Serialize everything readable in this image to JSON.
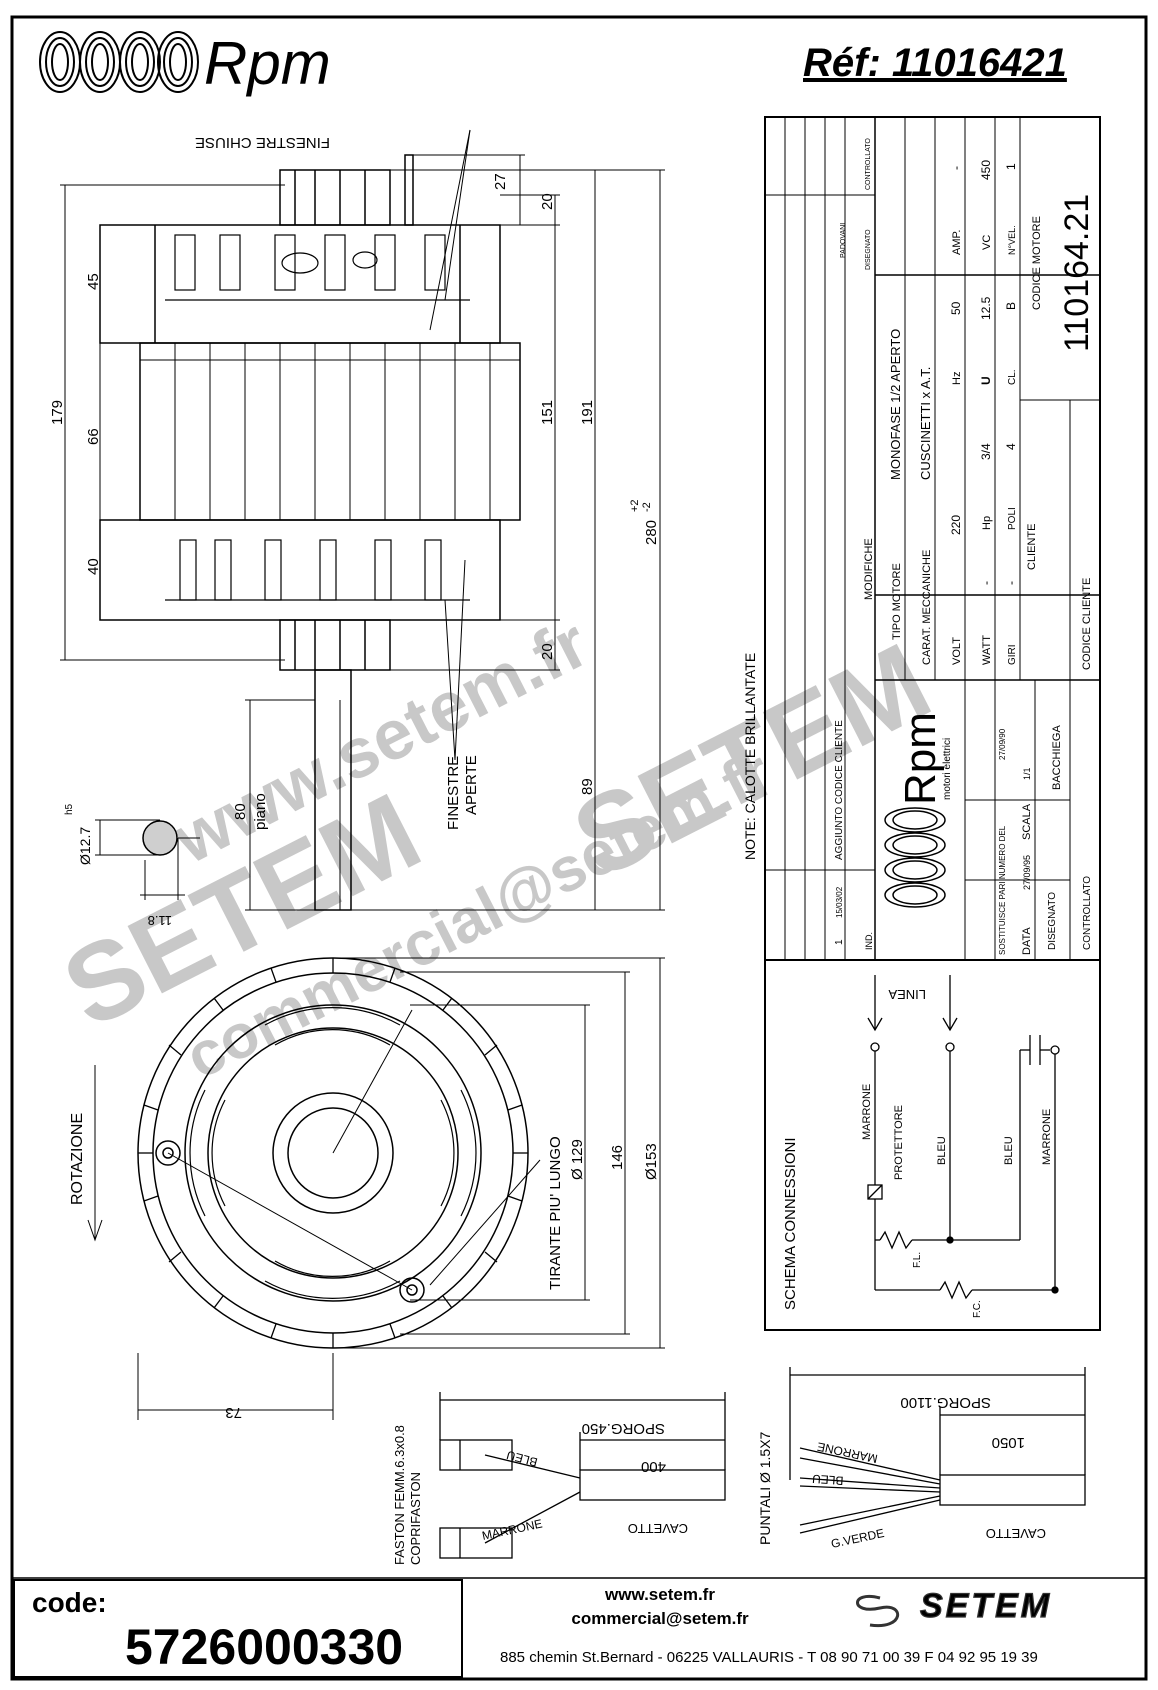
{
  "header": {
    "brand": "Rpm",
    "reference": "Réf:  11016421"
  },
  "top_view": {
    "label_finestre_chiuse": "FINESTRE CHIUSE",
    "label_finestre_aperte_1": "FINESTRE",
    "label_finestre_aperte_2": "APERTE",
    "label_piano": "piano",
    "dim_27": "27",
    "dim_20_top": "20",
    "dim_45": "45",
    "dim_66": "66",
    "dim_40": "40",
    "dim_179": "179",
    "dim_151": "151",
    "dim_191": "191",
    "dim_280": "280",
    "dim_280_tol_plus": "+2",
    "dim_280_tol_minus": "-2",
    "dim_20_bottom": "20",
    "dim_89": "89",
    "dim_80": "80"
  },
  "shaft": {
    "dia": "Ø12.7",
    "tol": "h5",
    "flat": "11.8"
  },
  "front_view": {
    "label_rotazione": "ROTAZIONE",
    "label_tirante": "TIRANTE PIU' LUNGO",
    "dim_129": "Ø 129",
    "dim_146": "146",
    "dim_153": "Ø153",
    "dim_73": "73"
  },
  "title_block": {
    "mod_header_ind": "IND.",
    "mod_header_modifiche": "MODIFICHE",
    "mod_row1_ind": "1",
    "mod_row1_date": "15/03/02",
    "mod_row1_text": "AGGIUNTO CODICE CLIENTE",
    "col_padovani": "PADOVANI",
    "col_disegnato": "DISEGNATO",
    "col_controllato": "CONTROLLATO",
    "note": "NOTE:  CALOTTE BRILLANTATE",
    "tipo_motore_label": "TIPO MOTORE",
    "tipo_motore_value": "MONOFASE 1/2 APERTO",
    "carat_label": "CARAT. MECCANICHE",
    "carat_value": "CUSCINETTI x A.T.",
    "volt_label": "VOLT",
    "volt_value": "220",
    "hz_label": "Hz",
    "hz_value": "50",
    "amp_label": "AMP.",
    "amp_value": "-",
    "watt_label": "WATT",
    "watt_value": "-",
    "hp_label": "Hp",
    "hp_value": "3/4",
    "rpm_sym": "U",
    "rpm_value": "12.5",
    "vc_label": "VC",
    "vc_value": "450",
    "giri_label": "GIRI",
    "giri_value": "-",
    "poli_label": "POLI",
    "poli_value": "4",
    "cl_label": "CL.",
    "cl_value": "B",
    "nvel_label": "N°VEL.",
    "nvel_value": "1",
    "codice_motore_label": "CODICE MOTORE",
    "codice_motore_value": "110164.21",
    "cliente_label": "CLIENTE",
    "codice_cliente_label": "CODICE CLIENTE",
    "logo_text": "Rpm",
    "logo_sub": "motori elettrici",
    "sostituisce_label": "SOSTITUISCE PARI NUMERO DEL",
    "data_label": "DATA",
    "data_value": "27/09/95",
    "scala_label": "SCALA",
    "scala_value": "1/1",
    "disegnato_label": "DISEGNATO",
    "disegnato_value": "BACCHIEGA",
    "controllato_label": "CONTROLLATO",
    "controllato_date": "27/09/90"
  },
  "schema": {
    "title": "SCHEMA CONNESSIONI",
    "linea": "LINEA",
    "marrone_1": "MARRONE",
    "protettore": "PROTETTORE",
    "bleu_1": "BLEU",
    "bleu_2": "BLEU",
    "marrone_2": "MARRONE",
    "fl": "F.L.",
    "fc": "F.C."
  },
  "cable_left": {
    "sporg": "SPORG.450",
    "dim_400": "400",
    "bleu": "BLEU",
    "marrone": "MARRONE",
    "cavetto": "CAVETTO",
    "faston_1": "FASTON FEMM.6.3x0.8",
    "faston_2": "COPRIFASTON"
  },
  "cable_right": {
    "sporg": "SPORG.1100",
    "dim_1050": "1050",
    "marrone": "MARRONE",
    "bleu": "BLEU",
    "gverde": "G.VERDE",
    "cavetto": "CAVETTO",
    "puntali": "PUNTALI Ø 1.5X7"
  },
  "footer": {
    "code_label": "code:",
    "code_value": "5726000330",
    "web": "www.setem.fr",
    "email": "commercial@setem.fr",
    "address": "885 chemin St.Bernard  -  06225 VALLAURIS  -  T 08 90 71 00 39   F 04 92 95 19 39",
    "setem_logo": "SETEM"
  },
  "watermarks": {
    "w1": "www.setem.fr",
    "w2": "SETEM",
    "w3": "commercial@setem.fr",
    "w4": "SETEM"
  }
}
